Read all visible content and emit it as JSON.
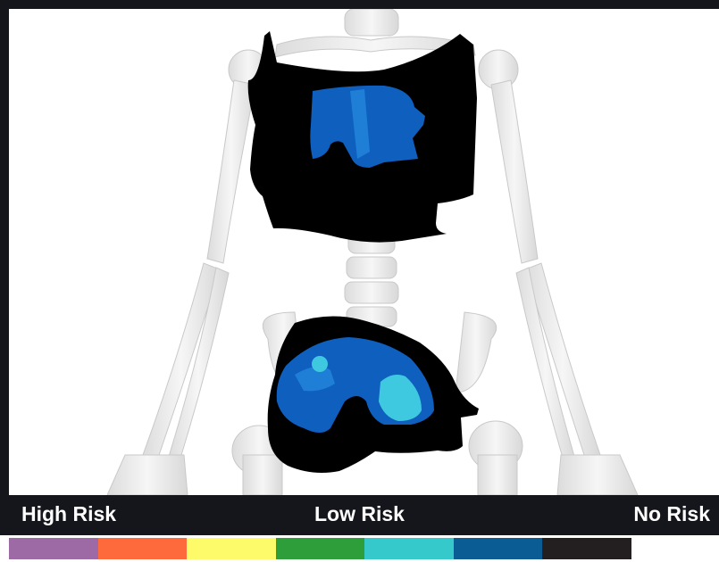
{
  "legend": {
    "high_label": "High Risk",
    "low_label": "Low Risk",
    "none_label": "No Risk",
    "scale_colors": [
      "#9d6aa5",
      "#ff6a3d",
      "#fdfb6a",
      "#2e9e3b",
      "#35c9cc",
      "#0a5d94",
      "#231f20"
    ]
  },
  "colors": {
    "bone": "#efefef",
    "bone_shadow": "#d6d6d6",
    "no_risk": "#000000",
    "dark_blue": "#0f5fbf",
    "mid_blue": "#1f7fd6",
    "cyan": "#3fc9e0",
    "frame": "#14161b"
  }
}
